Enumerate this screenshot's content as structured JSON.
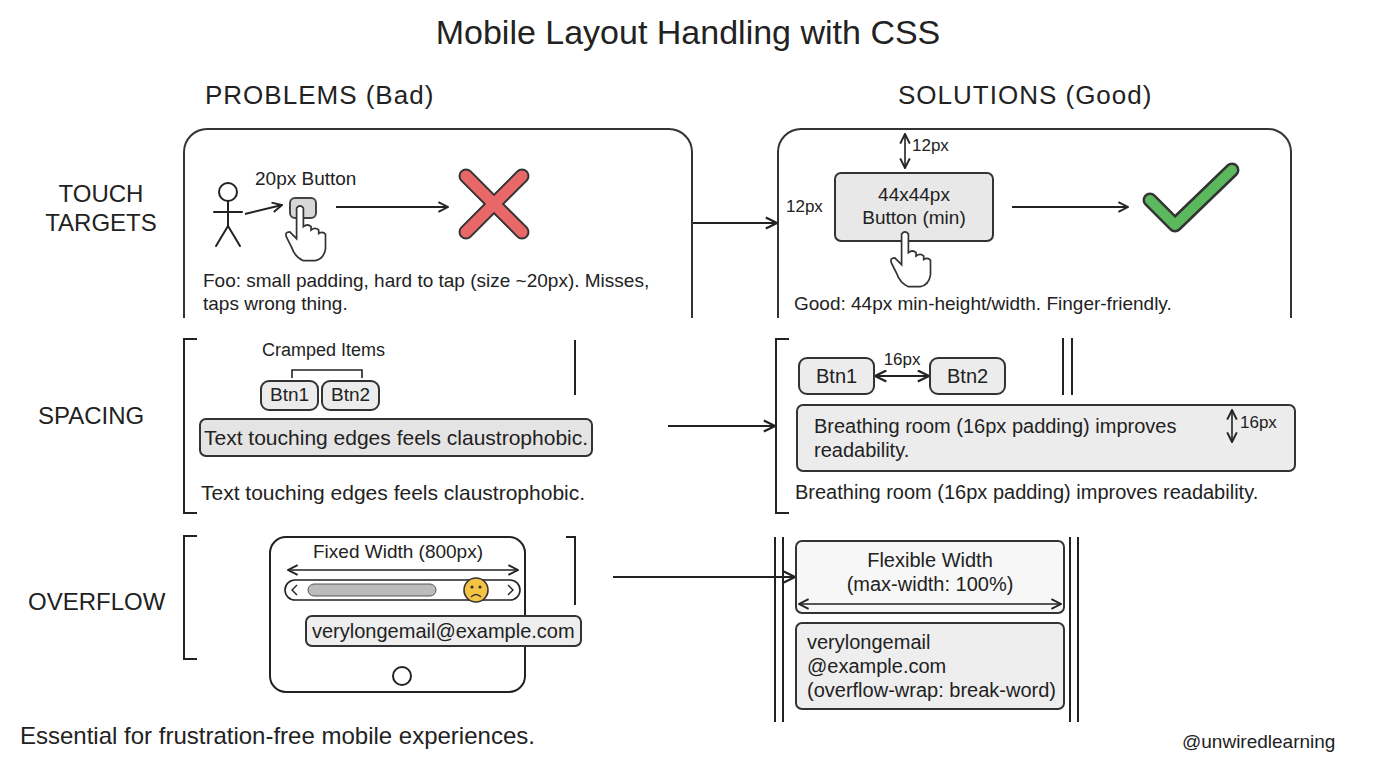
{
  "diagram": {
    "title": "Mobile Layout Handling with CSS",
    "caption": "Essential for frustration-free mobile experiences.",
    "nodes": [
      {
        "text": [
          "Foo: small padding, hard to tap (size ~20px). Misses, taps wrong thing."
        ]
      },
      {
        "text": [
          "20px Button"
        ],
        "in": 0
      },
      {
        "text": [
          "Good: 44px min-height/width. Finger-friendly."
        ]
      },
      {
        "text": [
          "44x44px",
          "Button (min)"
        ],
        "in": 2
      },
      {
        "text": [
          "Text touching edges feels claustrophobic."
        ]
      },
      {
        "text": [
          "Btn1"
        ],
        "in": 4
      },
      {
        "text": [
          "Btn2"
        ],
        "in": 4
      },
      {
        "text": [
          "Text touching edges feels claustrophobic."
        ],
        "in": 4
      },
      {
        "text": [
          "Breathing room (16px padding) improves readability."
        ]
      },
      {
        "text": [
          "Btn1"
        ],
        "in": 8
      },
      {
        "text": [
          "Btn2"
        ],
        "in": 8
      },
      {
        "text": [
          "Breathing room (16px padding) improves readability."
        ],
        "in": 8
      },
      {
        "text": [
          "Fixed Width (800px)"
        ]
      },
      {
        "text": [
          "verylongemail@example.com"
        ],
        "in": 12
      },
      {
        "text": [
          "Flexible Width",
          "(max-width: 100%)"
        ]
      },
      {
        "text": [
          "verylongemail",
          "@example.com",
          "(overflow-wrap: break-word)"
        ]
      }
    ],
    "edges": [
      {
        "from": 0,
        "to": 2,
        "arrow": "to"
      },
      {
        "from": 4,
        "to": 8,
        "arrow": "to"
      },
      {
        "from": 9,
        "to": 10,
        "label": "16px",
        "arrow": "both"
      },
      {
        "from": 12,
        "to": 14,
        "arrow": "to"
      }
    ],
    "labels": [
      "PROBLEMS (Bad)",
      "SOLUTIONS (Good)",
      "TOUCH TARGETS",
      "12px",
      "12px",
      "SPACING",
      "Cramped Items",
      "16px",
      "OVERFLOW",
      "@unwiredlearning"
    ]
  }
}
